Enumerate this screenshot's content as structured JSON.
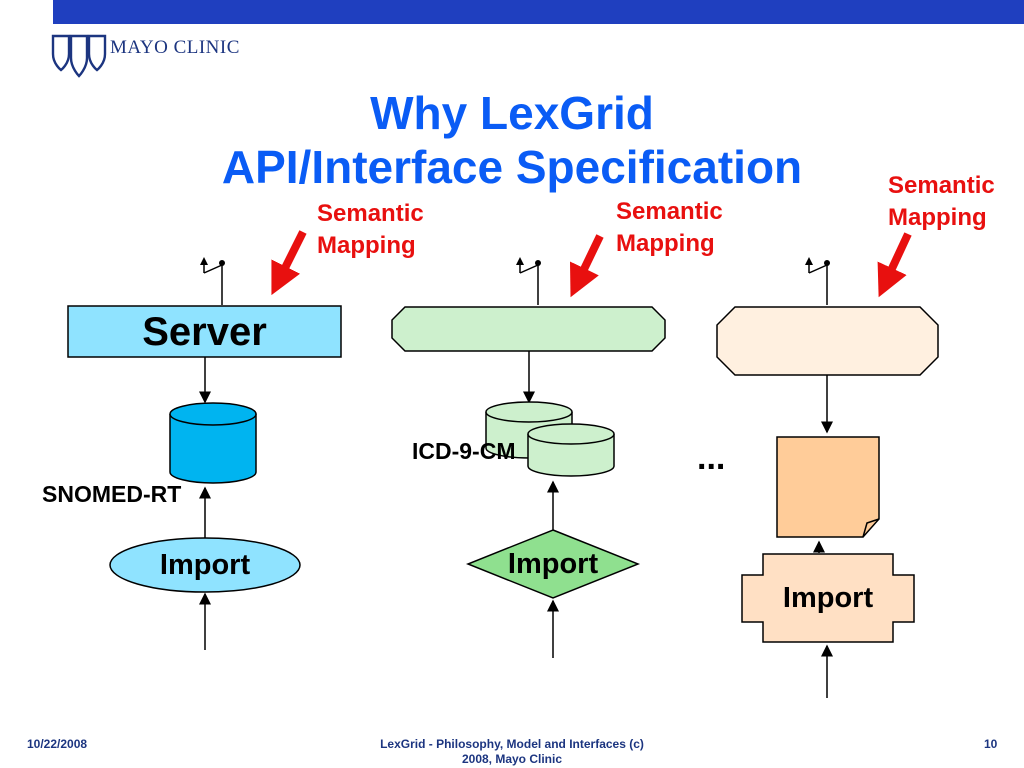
{
  "header": {
    "logo_text": "MAYO CLINIC"
  },
  "title": {
    "line1": "Why LexGrid",
    "line2": "API/Interface Specification"
  },
  "semantic_mapping_labels": [
    {
      "line1": "Semantic",
      "line2": "Mapping"
    },
    {
      "line1": "Semantic",
      "line2": "Mapping"
    },
    {
      "line1": "Semantic",
      "line2": "Mapping"
    }
  ],
  "columns": {
    "left": {
      "server_label": "Server",
      "db_label": "SNOMED-RT",
      "import_label": "Import"
    },
    "middle": {
      "db_label": "ICD-9-CM",
      "import_label": "Import"
    },
    "right": {
      "ellipsis": "...",
      "import_label": "Import"
    }
  },
  "colors": {
    "topbar": "#1f3fbf",
    "title": "#0a5cf5",
    "arrow_red": "#e8100f",
    "left_fill": "#8fe3ff",
    "middle_fill": "#cdf0cd",
    "middle_diamond": "#8fe08f",
    "right_fill": "#fff0e0",
    "right_doc": "#ffcc99",
    "db_blue": "#00b4f0"
  },
  "footer": {
    "date": "10/22/2008",
    "center_line1": "LexGrid - Philosophy, Model and Interfaces (c)",
    "center_line2": "2008, Mayo Clinic",
    "page": "10"
  }
}
